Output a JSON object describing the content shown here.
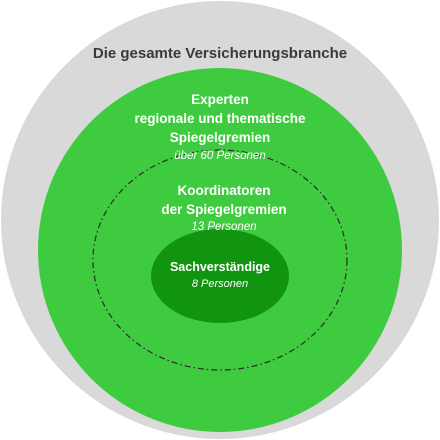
{
  "colors": {
    "outer_ring": "#d9d9d9",
    "expert_circle": "#3fcb3f",
    "coordinator_boundary": "#2b2b2b",
    "core_ellipse": "#119511",
    "label_dark": "#3a3a3a",
    "label_light": "#ffffff"
  },
  "outer": {
    "title": "Die gesamte  Versicherungsbranche"
  },
  "experts": {
    "lines": [
      "Experten",
      "regionale und thematische",
      "Spiegelgremien"
    ],
    "count": "über 60 Personen"
  },
  "coordinators": {
    "lines": [
      "Koordinatoren",
      "der Spiegelgremien"
    ],
    "count": "13 Personen"
  },
  "core": {
    "title": "Sachverständige",
    "count": "8 Personen"
  }
}
